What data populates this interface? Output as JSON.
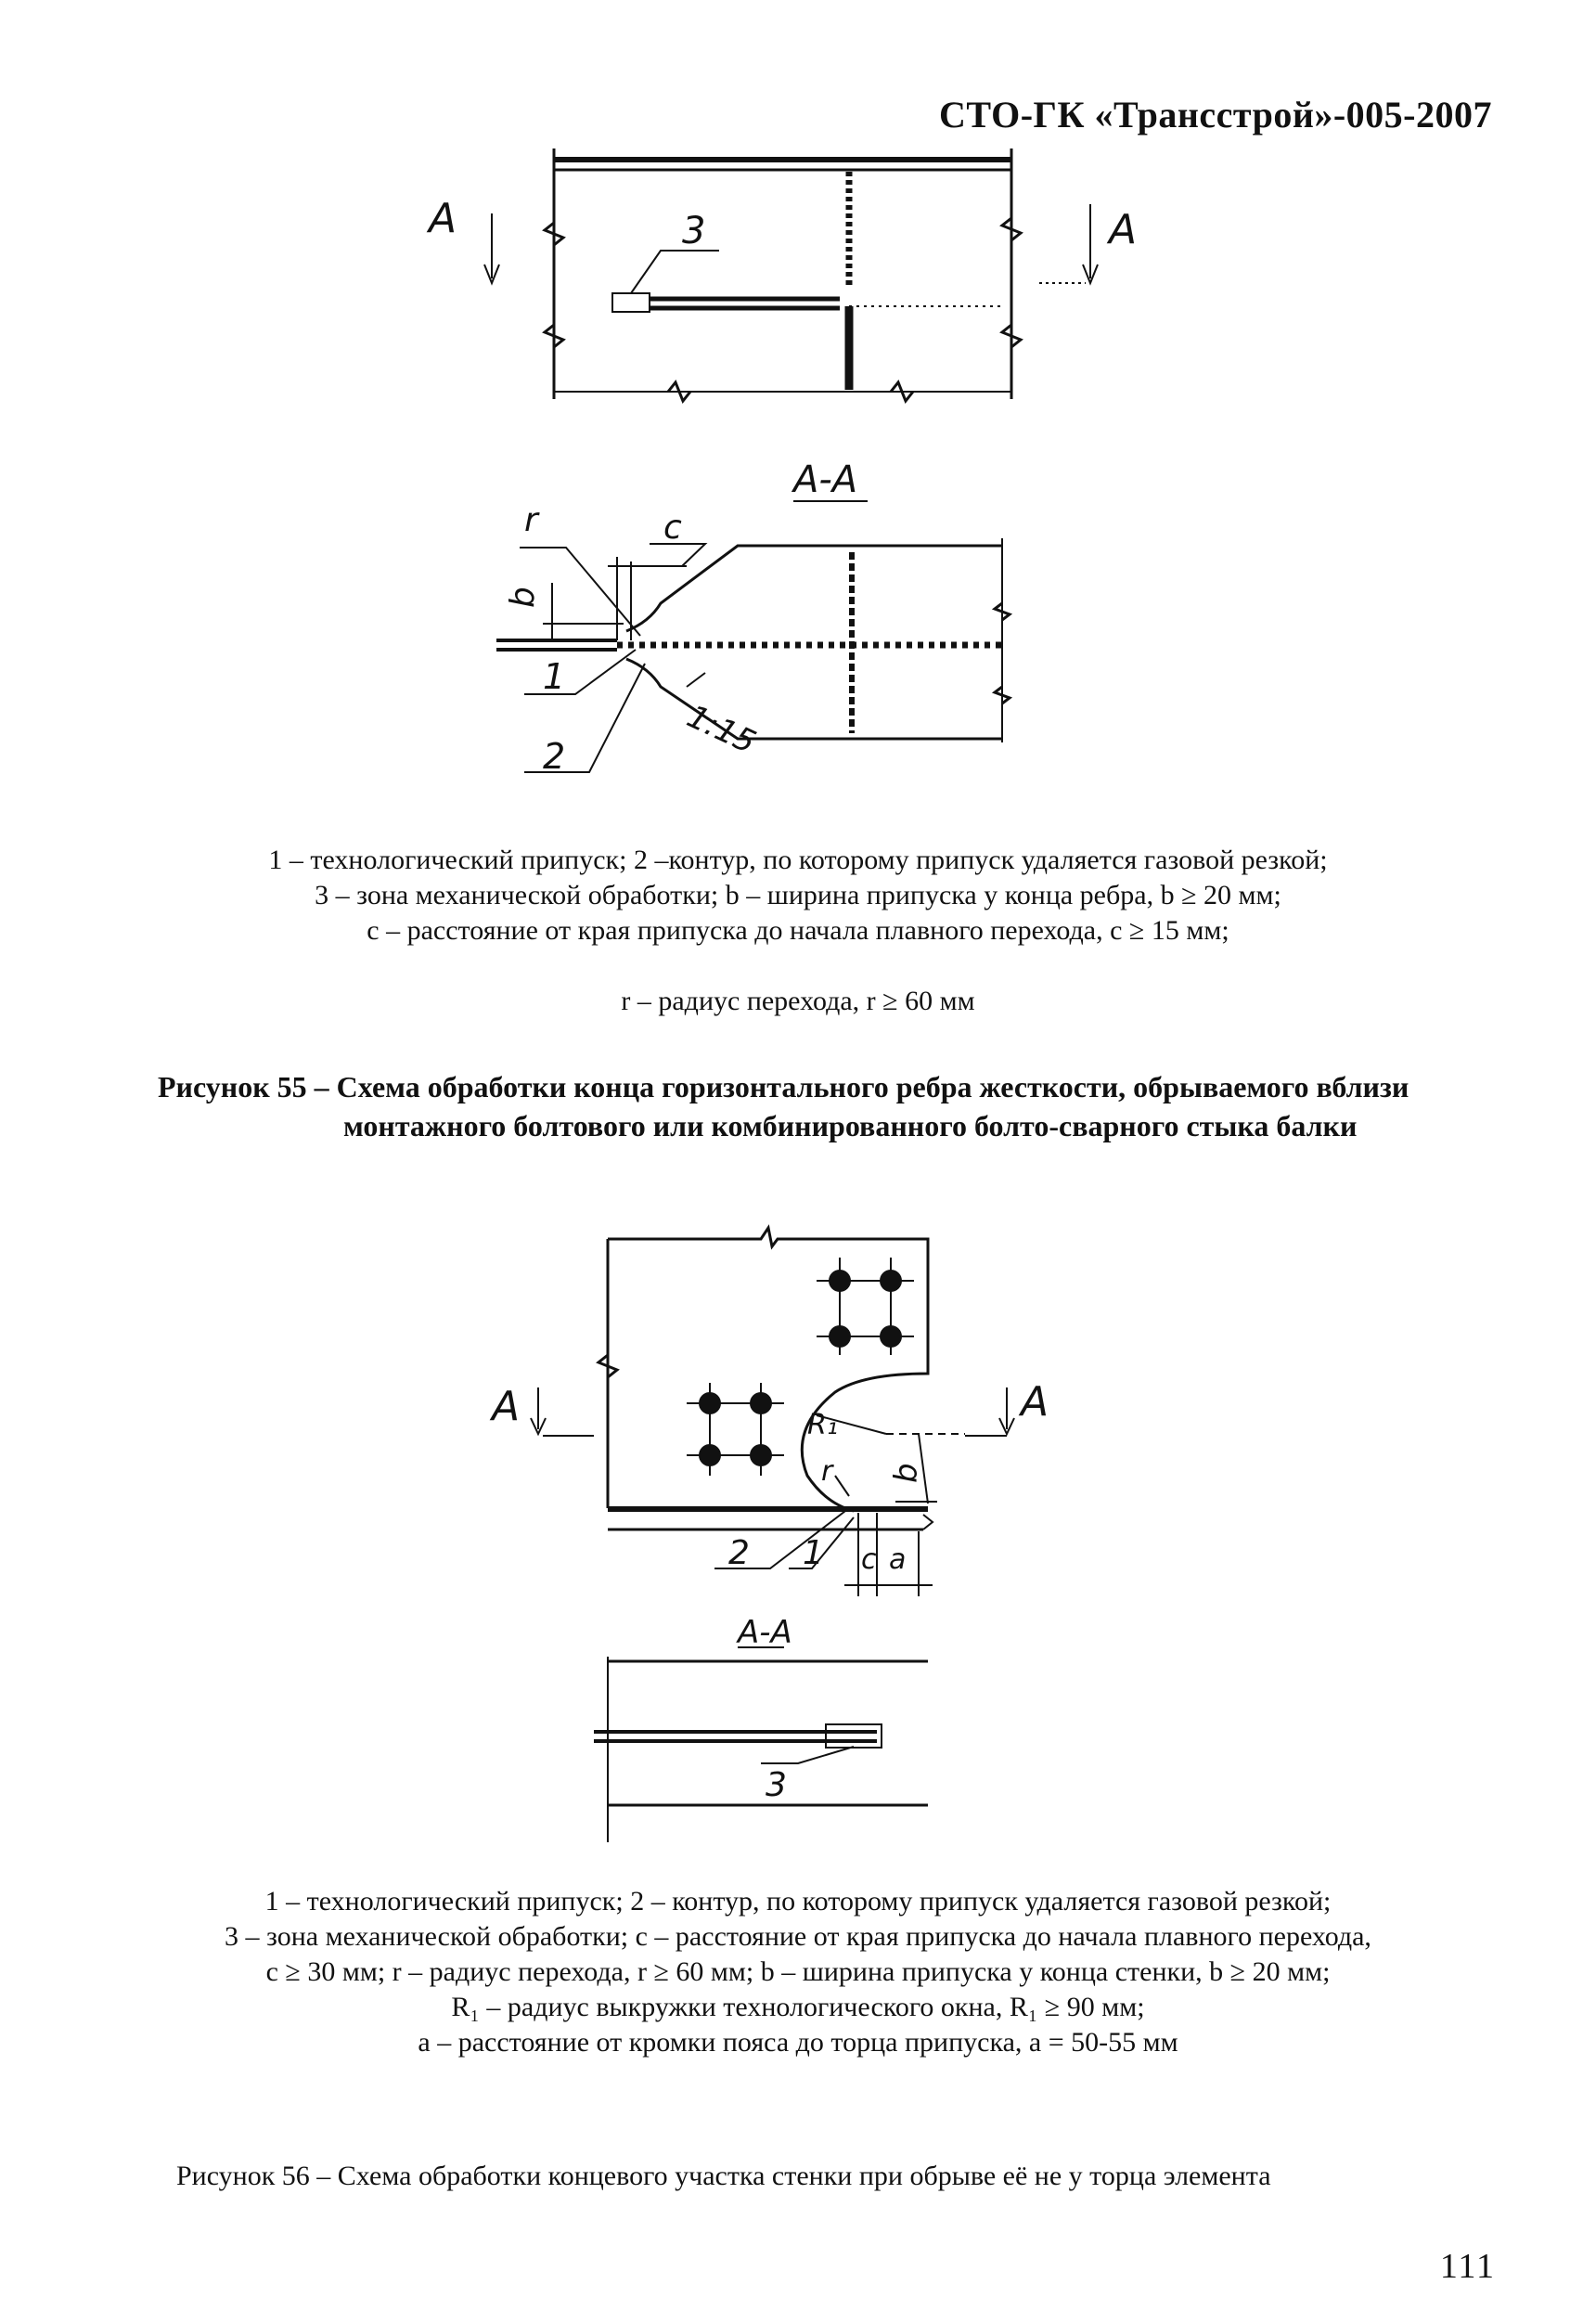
{
  "header": {
    "doc_code": "СТО-ГК «Трансстрой»-005-2007"
  },
  "figure55": {
    "labels": {
      "section_left": "A",
      "section_right": "A",
      "callout_3": "3",
      "section_title": "A-A",
      "r": "r",
      "c": "c",
      "b": "b",
      "callout_1": "1",
      "callout_2": "2",
      "slope": "1:15"
    },
    "legend": [
      "1 – технологический припуск; 2 –контур, по которому припуск удаляется газовой резкой;",
      "3 – зона механической обработки; b – ширина припуска у конца ребра, b ≥ 20 мм;",
      "с – расстояние от края припуска до начала плавного перехода, с ≥ 15 мм;"
    ],
    "legend_r": "r – радиус перехода, r ≥ 60 мм",
    "caption_line1": "Рисунок 55 – Схема обработки конца горизонтального ребра жесткости, обрываемого вблизи",
    "caption_line2": "монтажного болтового или комбинированного болто-сварного стыка балки"
  },
  "figure56": {
    "labels": {
      "section_left": "A",
      "section_right": "A",
      "R1": "R₁",
      "r": "r",
      "b": "b",
      "callout_1": "1",
      "callout_2": "2",
      "c": "c",
      "a": "a",
      "section_title": "A-A",
      "callout_3": "3"
    },
    "legend": [
      "1 – технологический припуск; 2 – контур, по которому припуск удаляется газовой резкой;",
      "3 – зона механической обработки; с – расстояние от края припуска до начала плавного перехода,",
      "с ≥ 30 мм; r – радиус перехода, r ≥ 60 мм; b – ширина припуска у конца стенки, b ≥ 20 мм;",
      "R₁ – радиус выкружки технологического окна, R₁ ≥ 90 мм;",
      "а – расстояние от кромки пояса до торца припуска, а = 50-55 мм"
    ],
    "caption": "Рисунок 56 – Схема обработки концевого участка стенки при обрыве её не у торца элемента"
  },
  "page_number": "111"
}
